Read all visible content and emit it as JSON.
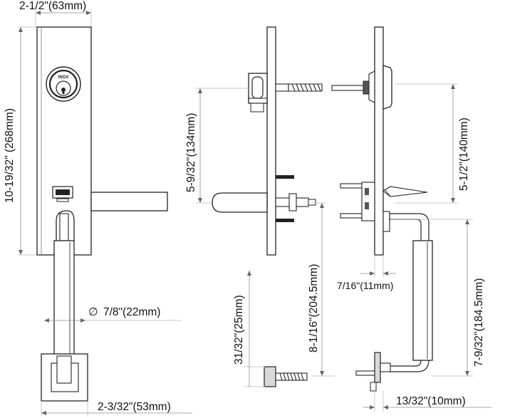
{
  "dimensions": {
    "plate_width": "2-1/2\"(63mm)",
    "plate_height": "10-19/32\" (268mm)",
    "handle_diameter": "7/8\"(22mm)",
    "bottom_rose_width": "2-3/32\"(53mm)",
    "spindle_spacing": "5-9/32\"(134mm)",
    "screw_spacing": "5-1/2\"(140mm)",
    "plate_thickness": "7/16\"(11mm)",
    "mount_height": "8-1/16\"(204.5mm)",
    "handle_length": "7-9/32\"(184.5mm)",
    "screw_length": "31/32\"(25mm)",
    "bottom_projection": "13/32\"(10mm)",
    "diameter_symbol": "∅"
  },
  "logo_text": "INOX",
  "colors": {
    "line": "#222222",
    "dim_line": "#8a8a8a",
    "fill_gray": "#d9d9d9"
  }
}
